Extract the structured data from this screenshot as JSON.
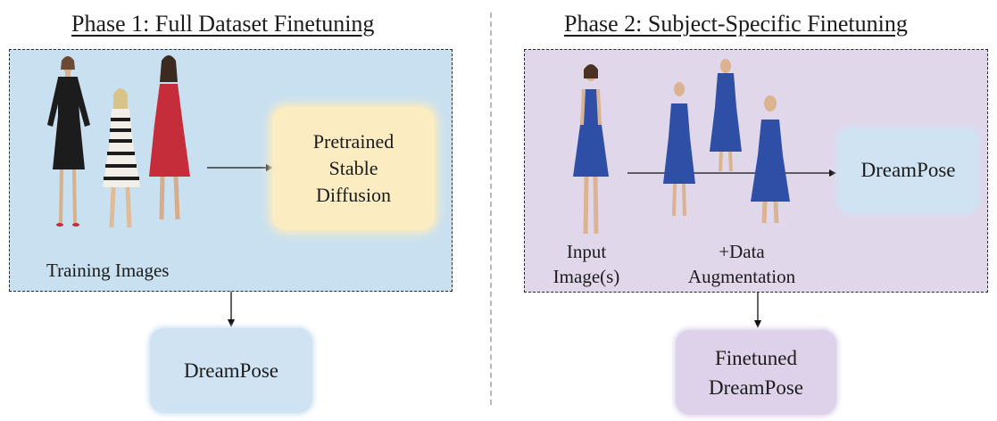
{
  "phase1": {
    "title": "Phase 1: Full Dataset Finetuning",
    "training_label": "Training Images",
    "pretrained_lines": [
      "Pretrained",
      "Stable",
      "Diffusion"
    ],
    "output_label": "DreamPose"
  },
  "phase2": {
    "title": "Phase 2: Subject-Specific Finetuning",
    "input_lines": [
      "Input",
      "Image(s)"
    ],
    "augmentation_lines": [
      "+Data",
      "Augmentation"
    ],
    "model_label": "DreamPose",
    "output_lines": [
      "Finetuned",
      "DreamPose"
    ]
  },
  "colors": {
    "phase1_panel": "#c9e0f0",
    "phase2_panel": "#e1d7ea",
    "pretrained_box": "#fbecc1",
    "dreampose_box": "#cfe3f3",
    "finetuned_box": "#ddd2ea",
    "dress_blue": "#2f4fa6",
    "dress_red": "#c52d3a",
    "dress_black": "#1c1c1c"
  }
}
